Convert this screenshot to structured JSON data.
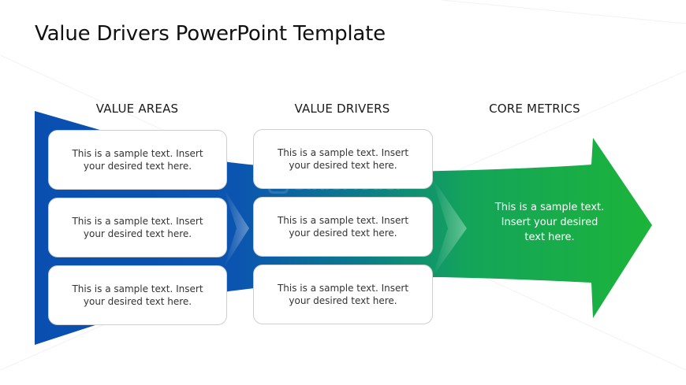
{
  "slide": {
    "title": "Value Drivers PowerPoint Template"
  },
  "columns": [
    {
      "header": "VALUE AREAS"
    },
    {
      "header": "VALUE DRIVERS"
    },
    {
      "header": "CORE METRICS"
    }
  ],
  "value_areas": [
    {
      "line1": "This is a sample text. Insert",
      "line2": "your desired text here."
    },
    {
      "line1": "This is a sample text. Insert",
      "line2": "your desired text here."
    },
    {
      "line1": "This is a sample text. Insert",
      "line2": "your desired text here."
    }
  ],
  "value_drivers": [
    {
      "line1": "This is a sample text. Insert",
      "line2": "your desired text here."
    },
    {
      "line1": "This is a sample text. Insert",
      "line2": "your desired text here."
    },
    {
      "line1": "This is a sample text. Insert",
      "line2": "your desired text here."
    }
  ],
  "core_metric": {
    "line1": "This is a sample text.",
    "line2": "Insert your desired",
    "line3": "text here."
  },
  "watermark": {
    "text": "SlideModel"
  },
  "colors": {
    "blue": "#0a4fb0",
    "teal": "#0a7a86",
    "green": "#1cb43a",
    "card_border": "#cfcfcf"
  },
  "icons": {
    "watermark_logo": "slidemodel-logo-icon"
  }
}
